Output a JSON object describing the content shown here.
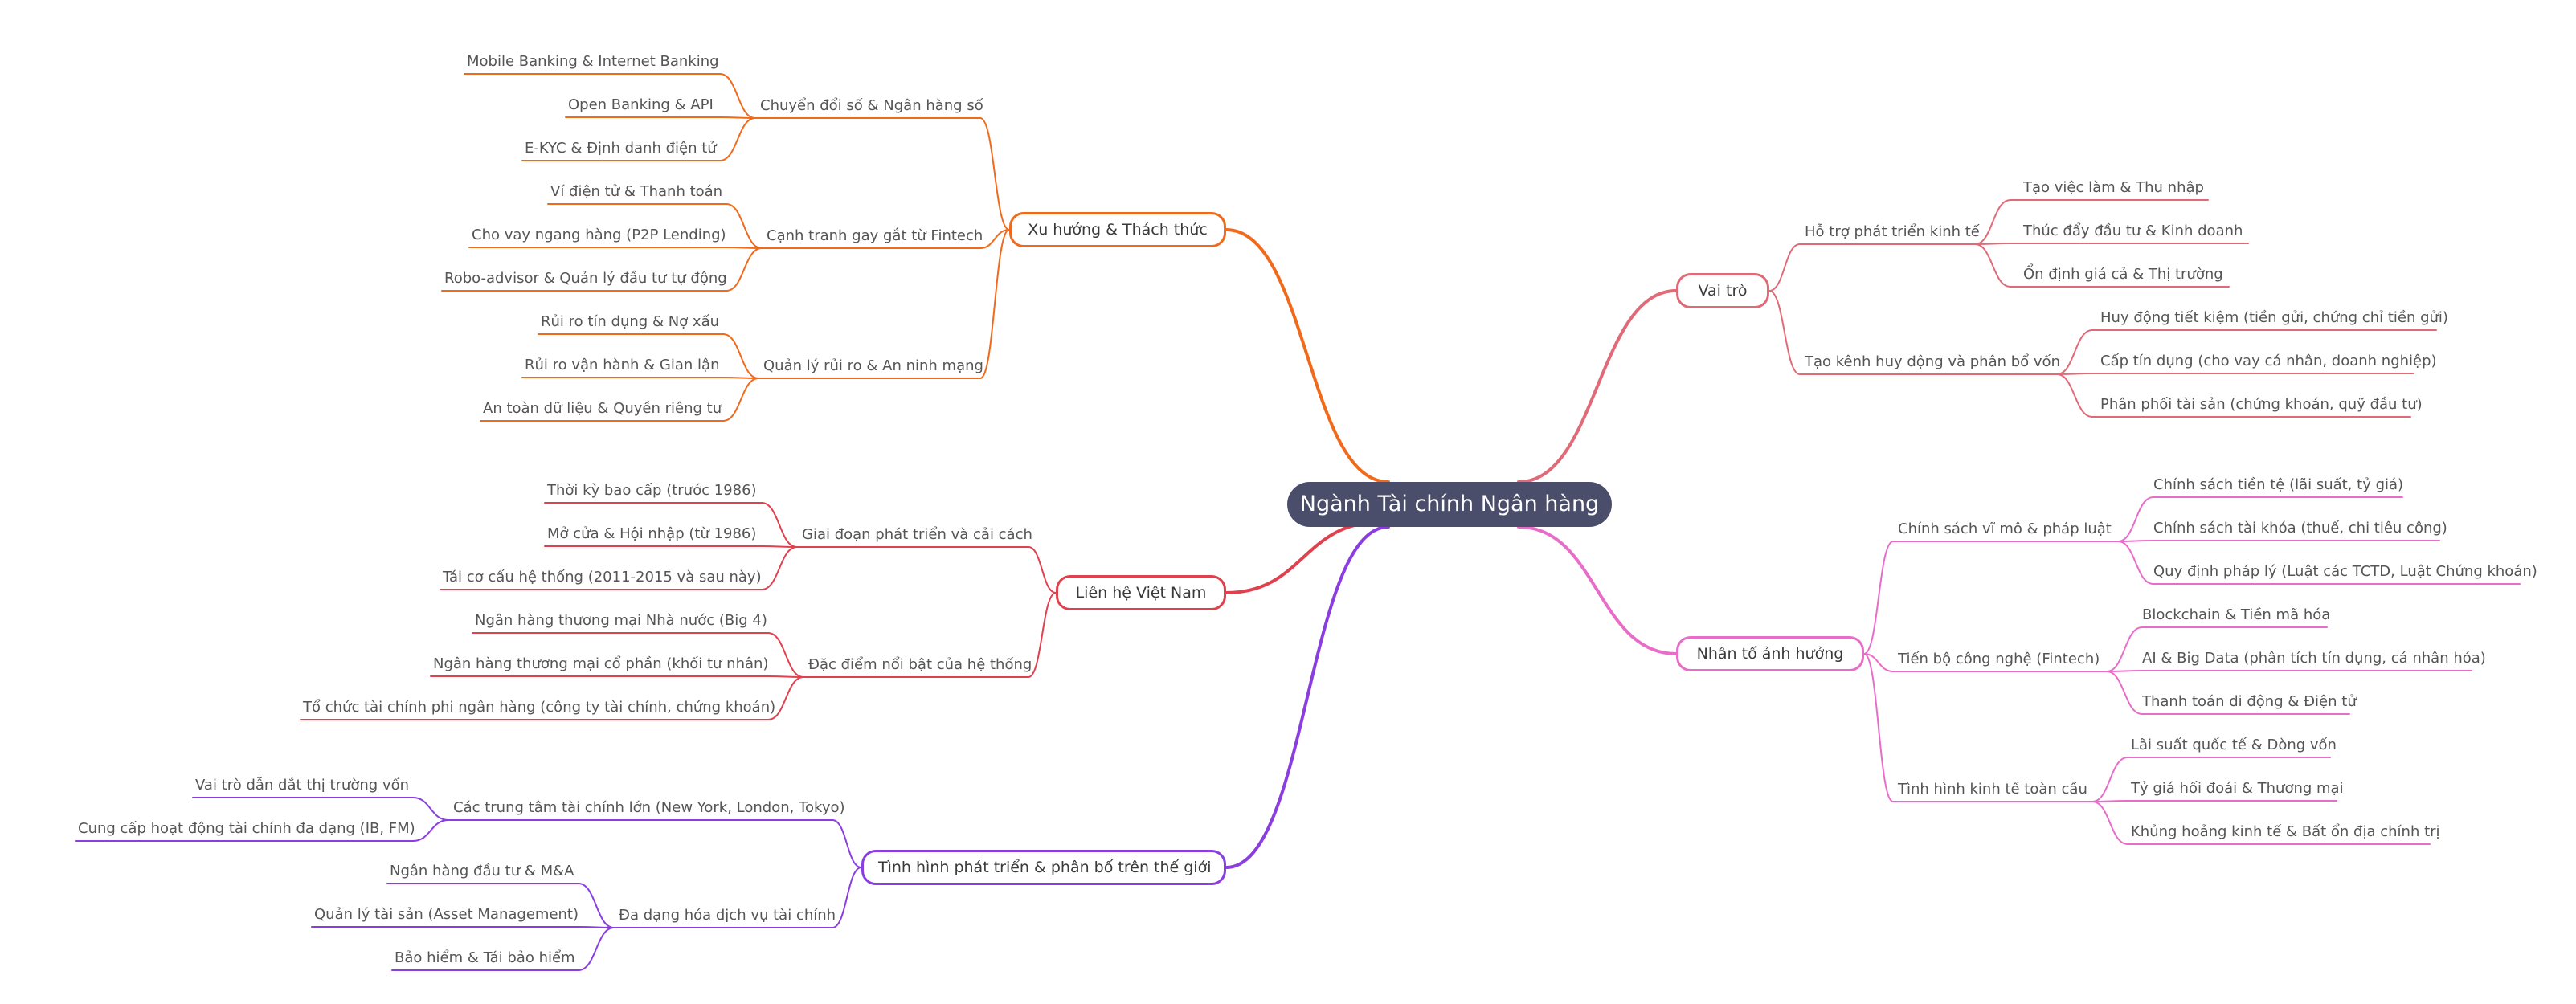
{
  "root": "Ngành Tài chính Ngân hàng",
  "colors": {
    "vai_tro": "#e06a78",
    "nhan_to": "#e86dc8",
    "xu_huong": "#f06a1c",
    "lien_he": "#e0414e",
    "tinh_hinh": "#8a3ee0",
    "root_fill": "#4a4e6b"
  },
  "branches": {
    "vai_tro": {
      "label": "Vai trò",
      "groups": [
        {
          "label": "Hỗ trợ phát triển kinh tế",
          "items": [
            "Tạo việc làm & Thu nhập",
            "Thúc đẩy đầu tư & Kinh doanh",
            "Ổn định giá cả & Thị trường"
          ]
        },
        {
          "label": "Tạo kênh huy động và phân bổ vốn",
          "items": [
            "Huy động tiết kiệm (tiền gửi, chứng chỉ tiền gửi)",
            "Cấp tín dụng (cho vay cá nhân, doanh nghiệp)",
            "Phân phối tài sản (chứng khoán, quỹ đầu tư)"
          ]
        }
      ]
    },
    "nhan_to": {
      "label": "Nhân tố ảnh hưởng",
      "groups": [
        {
          "label": "Chính sách vĩ mô & pháp luật",
          "items": [
            "Chính sách tiền tệ (lãi suất, tỷ giá)",
            "Chính sách tài khóa (thuế, chi tiêu công)",
            "Quy định pháp lý (Luật các TCTD, Luật Chứng khoán)"
          ]
        },
        {
          "label": "Tiến bộ công nghệ (Fintech)",
          "items": [
            "Blockchain & Tiền mã hóa",
            "AI & Big Data (phân tích tín dụng, cá nhân hóa)",
            "Thanh toán di động & Điện tử"
          ]
        },
        {
          "label": "Tình hình kinh tế toàn cầu",
          "items": [
            "Lãi suất quốc tế & Dòng vốn",
            "Tỷ giá hối đoái & Thương mại",
            "Khủng hoảng kinh tế & Bất ổn địa chính trị"
          ]
        }
      ]
    },
    "xu_huong": {
      "label": "Xu hướng & Thách thức",
      "groups": [
        {
          "label": "Chuyển đổi số & Ngân hàng số",
          "items": [
            "Mobile Banking & Internet Banking",
            "Open Banking & API",
            "E-KYC & Định danh điện tử"
          ]
        },
        {
          "label": "Cạnh tranh gay gắt từ Fintech",
          "items": [
            "Ví điện tử & Thanh toán",
            "Cho vay ngang hàng (P2P Lending)",
            "Robo-advisor & Quản lý đầu tư tự động"
          ]
        },
        {
          "label": "Quản lý rủi ro & An ninh mạng",
          "items": [
            "Rủi ro tín dụng & Nợ xấu",
            "Rủi ro vận hành & Gian lận",
            "An toàn dữ liệu & Quyền riêng tư"
          ]
        }
      ]
    },
    "lien_he": {
      "label": "Liên hệ Việt Nam",
      "groups": [
        {
          "label": "Giai đoạn phát triển và cải cách",
          "items": [
            "Thời kỳ bao cấp (trước 1986)",
            "Mở cửa & Hội nhập (từ 1986)",
            "Tái cơ cấu hệ thống (2011-2015 và sau này)"
          ]
        },
        {
          "label": "Đặc điểm nổi bật của hệ thống",
          "items": [
            "Ngân hàng thương mại Nhà nước (Big 4)",
            "Ngân hàng thương mại cổ phần (khối tư nhân)",
            "Tổ chức tài chính phi ngân hàng (công ty tài chính, chứng khoán)"
          ]
        }
      ]
    },
    "tinh_hinh": {
      "label": "Tình hình phát triển & phân bố trên thế giới",
      "groups": [
        {
          "label": "Các trung tâm tài chính lớn (New York, London, Tokyo)",
          "items": [
            "Vai trò dẫn dắt thị trường vốn",
            "Cung cấp hoạt động tài chính đa dạng (IB, FM)"
          ]
        },
        {
          "label": "Đa dạng hóa dịch vụ tài chính",
          "items": [
            "Ngân hàng đầu tư & M&A",
            "Quản lý tài sản (Asset Management)",
            "Bảo hiểm & Tái bảo hiểm"
          ]
        }
      ]
    }
  }
}
